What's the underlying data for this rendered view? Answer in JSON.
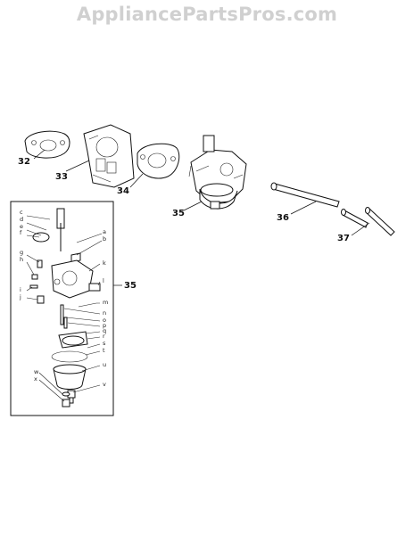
{
  "watermark": "AppliancePartsPros.com",
  "callouts": {
    "p32": "32",
    "p33": "33",
    "p34": "34",
    "p35_main": "35",
    "p35_inset": "35",
    "p36": "36",
    "p37": "37"
  },
  "inset_letters": [
    "c",
    "d",
    "e",
    "f",
    "g",
    "h",
    "i",
    "j",
    "a",
    "b",
    "k",
    "l",
    "m",
    "n",
    "o",
    "p",
    "q",
    "r",
    "s",
    "t",
    "u",
    "v",
    "w",
    "x"
  ]
}
